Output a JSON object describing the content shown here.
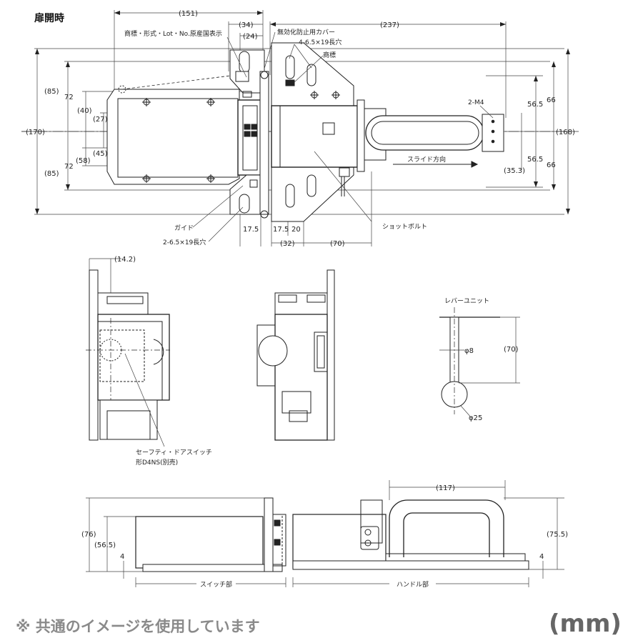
{
  "view_title": "扉開時",
  "top_view": {
    "dims": {
      "d151": "(151)",
      "d34": "(34)",
      "d24": "(24)",
      "d237": "(237)",
      "d85_top": "(85)",
      "d72_top": "72",
      "d40": "(40)",
      "d27": "(27)",
      "d170": "(170)",
      "d45": "(45)",
      "d58": "(58)",
      "d72_bot": "72",
      "d85_bot": "(85)",
      "d56_5_top": "56.5",
      "d66_top": "66",
      "d168": "(168)",
      "d56_5_bot": "56.5",
      "d66_bot": "66",
      "d35_3": "(35.3)",
      "d17_5_left": "17.5",
      "d17_5_right": "17.5",
      "d20": "20",
      "d32": "(32)",
      "d70": "(70)"
    },
    "labels": {
      "marking": "商標・形式・Lot・No.原産国表示",
      "cover": "無効化防止用カバー",
      "holes_4": "4-6.5×19長穴",
      "trademark": "商標",
      "m4": "2-M4",
      "slide": "スライド方向",
      "guide": "ガイド",
      "holes_2": "2-6.5×19長穴",
      "bolt": "ショットボルト"
    }
  },
  "middle_view": {
    "d14_2": "(14.2)",
    "switch_label_1": "セーフティ・ドアスイッチ",
    "switch_label_2": "形D4NS(別売)",
    "lever_title": "レバーユニット",
    "d_phi8": "φ8",
    "d70_lever": "(70)",
    "d_phi25": "φ25"
  },
  "bottom_view": {
    "d76": "(76)",
    "d56_5": "(56.5)",
    "d4_left": "4",
    "d117": "(117)",
    "d75_5": "(75.5)",
    "d4_right": "4",
    "switch_part": "スイッチ部",
    "handle_part": "ハンドル部"
  },
  "footer": {
    "note": "※ 共通のイメージを使用しています",
    "unit": "(mm)"
  },
  "colors": {
    "line": "#222222",
    "note": "#8a8a8a",
    "unit": "#666666"
  }
}
